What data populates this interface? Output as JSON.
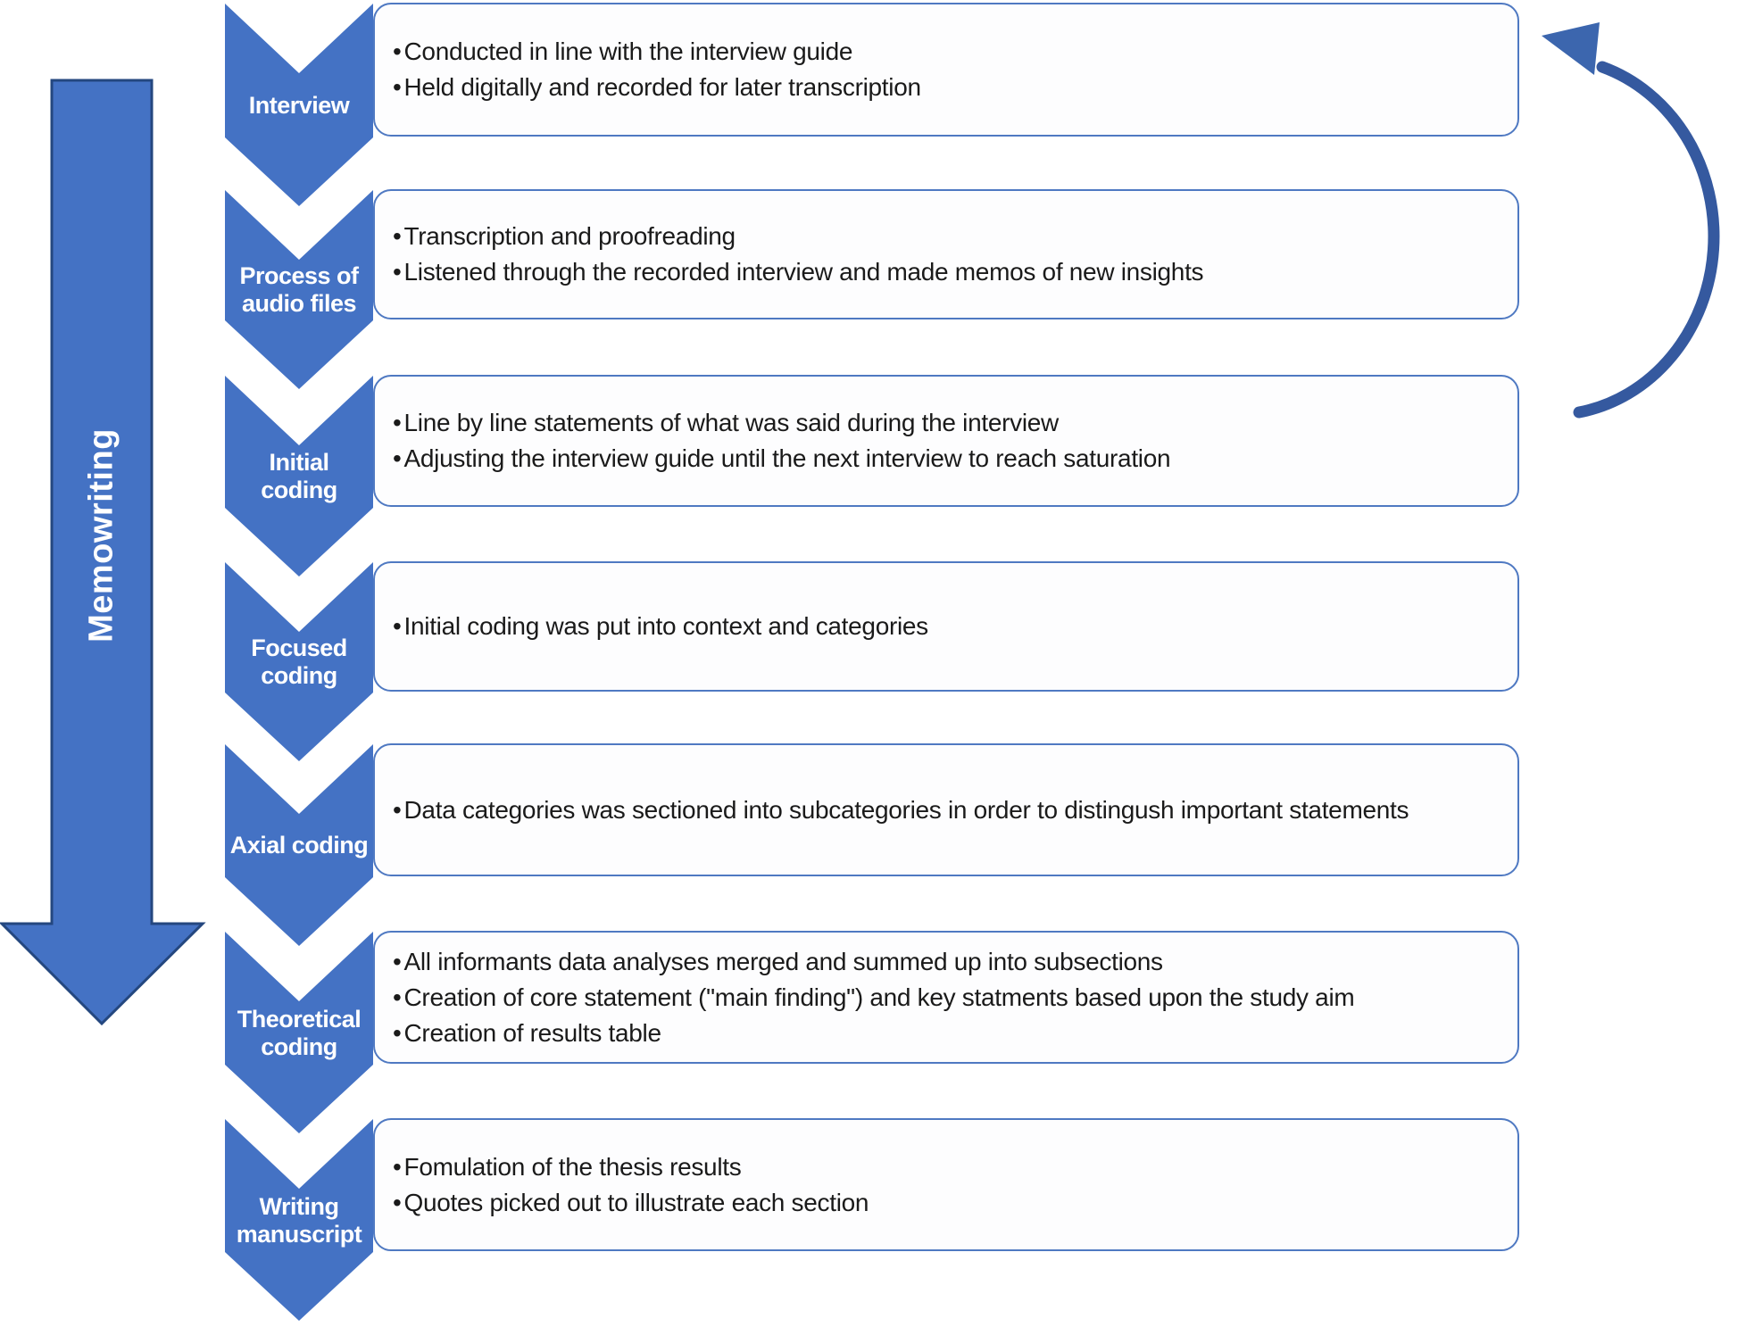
{
  "diagram": {
    "memowriting_label": "Memowriting",
    "bullet_glyph": "•",
    "steps": [
      {
        "label": "Interview",
        "bullets": [
          "Conducted in line with the interview guide",
          "Held digitally and recorded for later transcription"
        ]
      },
      {
        "label": "Process of audio files",
        "bullets": [
          "Transcription and proofreading",
          "Listened through the recorded interview and made memos of new insights"
        ]
      },
      {
        "label": "Initial coding",
        "bullets": [
          "Line by line statements of what was said during the interview",
          "Adjusting the interview guide until the next interview to reach saturation"
        ]
      },
      {
        "label": "Focused coding",
        "bullets": [
          "Initial coding was put into context and categories"
        ]
      },
      {
        "label": "Axial coding",
        "bullets": [
          "Data categories was sectioned into subcategories in order to distingush important statements"
        ]
      },
      {
        "label": "Theoretical coding",
        "bullets": [
          "All informants data analyses merged and summed up into subsections",
          "Creation of core statement (\"main finding\") and key statments based upon the study aim",
          "Creation of results table"
        ]
      },
      {
        "label": "Writing manuscript",
        "bullets": [
          "Fomulation of the thesis results",
          "Quotes picked out to illustrate each section"
        ]
      }
    ],
    "colors": {
      "shape_blue": "#4472c4",
      "shape_border": "#24477f",
      "box_border": "#4f79c2",
      "box_fill": "#fdfdfe",
      "loop_arrow": "#35599f",
      "loop_arrowhead": "#3c66ae",
      "text": "#1a1a1a",
      "label_text": "#ffffff"
    }
  }
}
